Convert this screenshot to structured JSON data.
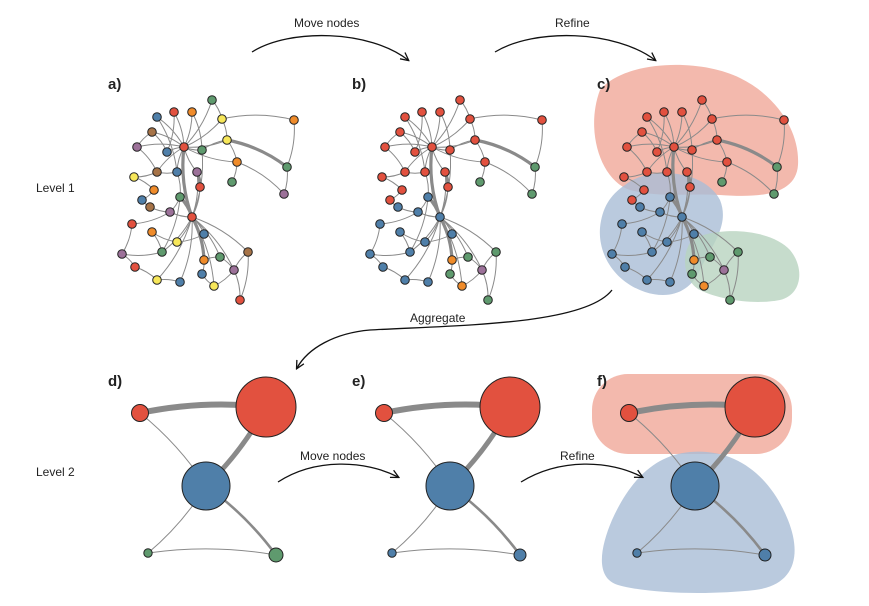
{
  "level_labels": {
    "level1": "Level 1",
    "level2": "Level 2"
  },
  "panel_labels": {
    "a": "a)",
    "b": "b)",
    "c": "c)",
    "d": "d)",
    "e": "e)",
    "f": "f)"
  },
  "step_labels": {
    "move_nodes_1": "Move nodes",
    "refine_1": "Refine",
    "aggregate": "Aggregate",
    "move_nodes_2": "Move nodes",
    "refine_2": "Refine"
  },
  "colors": {
    "red": "#e2513f",
    "blue": "#4f7fa9",
    "green": "#5f9a6e",
    "orange": "#ef8b2a",
    "purple": "#9c7199",
    "yellow": "#f7e75a",
    "brown": "#a67347",
    "comm_red": "#f0a898",
    "comm_blue": "#a9bdd6",
    "comm_green": "#b8d3bf",
    "edge": "#8a8a8a"
  }
}
